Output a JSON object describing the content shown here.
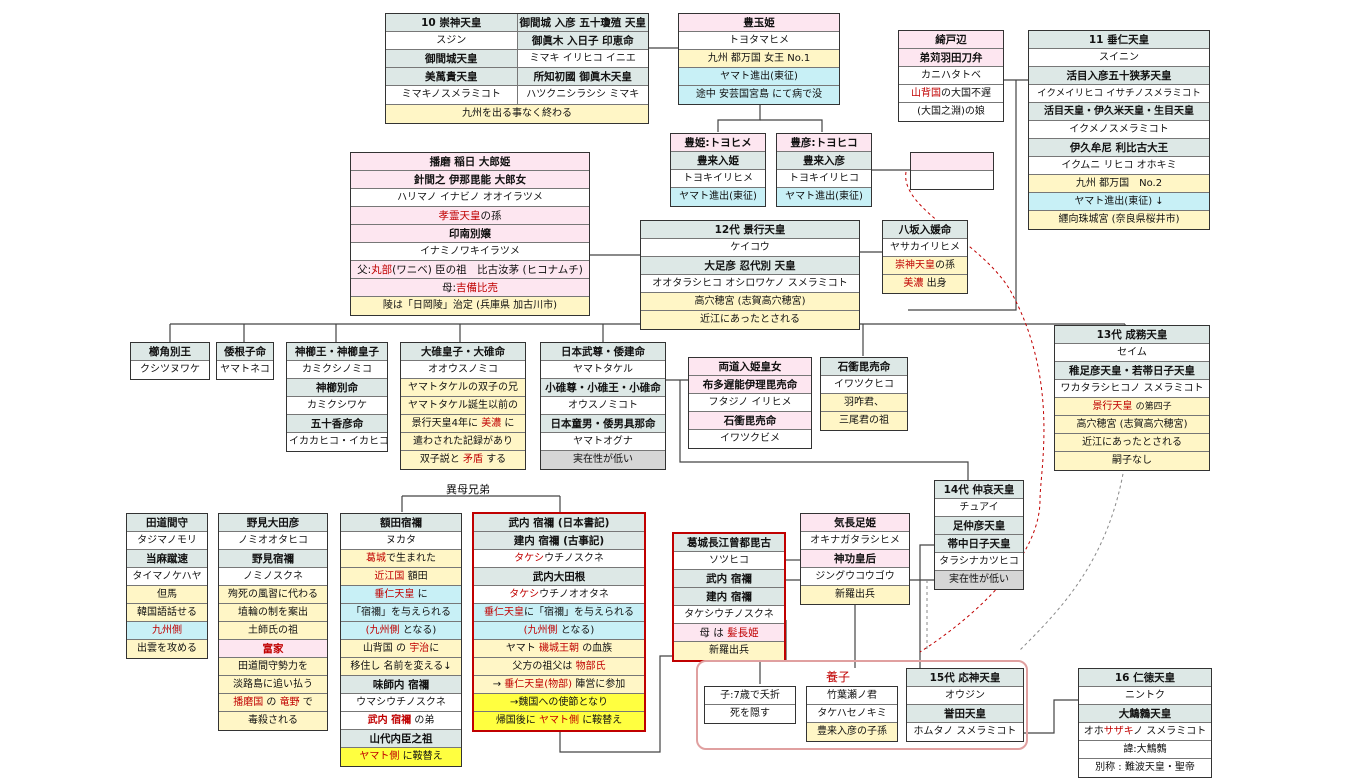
{
  "sujin": {
    "left": [
      [
        "10 崇神天皇",
        "g"
      ],
      [
        "スジン",
        "w"
      ],
      [
        "御間城天皇",
        "g"
      ],
      [
        "美萬貴天皇",
        "g"
      ],
      [
        "ミマキノスメラミコト",
        "w"
      ]
    ],
    "right": [
      [
        "御間城 入彦 五十瓊殖 天皇",
        "g"
      ],
      [
        "御眞木 入日子 印恵命",
        "g"
      ],
      [
        "ミマキ イリヒコ イニエ",
        "w"
      ],
      [
        "所知初國 御眞木天皇",
        "g"
      ],
      [
        "ハツクニシラシシ ミマキ",
        "w"
      ]
    ],
    "bottom": "九州を出る事なく終わる"
  },
  "toyotama": [
    "豊玉姫",
    "トヨタマヒメ",
    "九州 都万国 女王 No.1",
    "ヤマト進出(東征)",
    "途中 安芸国宮島 にて病で没"
  ],
  "toyohime": [
    "豊姫:トヨヒメ",
    "豊来入姫",
    "トヨキイリヒメ",
    "ヤマト進出(東征)"
  ],
  "toyohiko": [
    "豊彦:トヨヒコ",
    "豊来入彦",
    "トヨキイリヒコ",
    "ヤマト進出(東征)"
  ],
  "kito": [
    "綺戸辺",
    "弟苅羽田刀弁",
    "カニハタトベ",
    "山背国",
    "の大国不遅",
    "(大国之淵)の娘"
  ],
  "suinin": [
    "11 垂仁天皇",
    "スイニン",
    "活目入彦五十狭茅天皇",
    "イクメイリヒコ イサチノスメラミコト",
    "活目天皇・伊久米天皇・生目天皇",
    "イクメノスメラミコト",
    "伊久牟尼 利比古大王",
    "イクムニ リヒコ オホキミ",
    "九州 都万国　No.2",
    "ヤマト進出(東征) ↓",
    "纒向珠城宮 (奈良県桜井市)"
  ],
  "harima": [
    "播磨 稲日 大郎姫",
    "針間之 伊那毘能 大郎女",
    "ハリマノ イナビノ オオイラツメ",
    "孝霊天皇",
    "の孫",
    "印南別嬢",
    "イナミノワキイラツメ",
    "父:",
    "丸部",
    "(ワニベ) 臣の祖　比古汝茅 (ヒコナムチ)",
    "母:",
    "吉備比売",
    "陵は「日岡陵」治定 (兵庫県 加古川市)"
  ],
  "keiko": [
    "12代 景行天皇",
    "ケイコウ",
    "大足彦 忍代別 天皇",
    "オオタラシヒコ オシロワケノ スメラミコト",
    "高穴穂宮 (志賀高穴穂宮)",
    "近江にあったとされる"
  ],
  "yasaka": [
    "八坂入媛命",
    "ヤサカイリヒメ",
    "崇神天皇",
    "の孫",
    "美濃",
    "出身"
  ],
  "kushitsunu": [
    "櫛角別王",
    "クシツヌワケ"
  ],
  "yaneko": [
    "倭根子命",
    "ヤマトネコ"
  ],
  "kamikushi": [
    "神櫛王・神櫛皇子",
    "カミクシノミコ",
    "神櫛別命",
    "カミクシワケ",
    "五十香彦命",
    "イカカヒコ・イカヒコ"
  ],
  "ousu": [
    "大碓皇子・大碓命",
    "オオウスノミコ",
    "ヤマトタケルの双子の兄",
    "ヤマトタケル誕生以前の",
    "景行天皇4年に",
    "美濃",
    "に",
    "遣わされた記録があり",
    "双子説と",
    "矛盾",
    "する"
  ],
  "yamatotakeru": [
    "日本武尊・倭建命",
    "ヤマトタケル",
    "小碓尊・小碓王・小碓命",
    "オウスノミコト",
    "日本童男・倭男具那命",
    "ヤマトオグナ",
    "実在性が低い"
  ],
  "futaji": [
    "両道入姫皇女",
    "布多遅能伊理毘売命",
    "フタジノ イリヒメ",
    "石衝毘売命",
    "イワツクビメ"
  ],
  "iwatsuku": [
    "石衝毘売命",
    "イワツクヒコ",
    "羽咋君、",
    "三尾君の祖"
  ],
  "seimu": [
    "13代 成務天皇",
    "セイム",
    "稚足彦天皇・若帯日子天皇",
    "ワカタラシヒコノ スメラミコト",
    "景行天皇",
    "の第四子",
    "高穴穂宮 (志賀高穴穂宮)",
    "近江にあったとされる",
    "嗣子なし"
  ],
  "ibobodai": "異母兄弟",
  "tajima": [
    "田道間守",
    "タジマノモリ",
    "当麻蹴速",
    "タイマノケハヤ",
    "但馬",
    "韓国語話せる",
    "九州側",
    "出雲を攻める"
  ],
  "nomi": [
    "野見大田彦",
    "ノミオオタヒコ",
    "野見宿禰",
    "ノミノスクネ",
    "殉死の風習に代わる",
    "埴輪の制を案出",
    "土師氏の祖",
    "富家",
    "田道間守勢力を",
    "淡路島に追い払う",
    "播磨国",
    "の",
    "竜野",
    "で",
    "毒殺される"
  ],
  "nukata": [
    "額田宿禰",
    "ヌカタ",
    "葛城",
    "で生まれた",
    "近江国",
    "額田",
    "垂仁天皇",
    "に",
    "「宿禰」を与えられる",
    "(九州側",
    "となる)",
    "山背国",
    "の",
    "宇治",
    "に",
    "移住し 名前を変える↓",
    "味師内 宿禰",
    "ウマシウチノスクネ",
    "武内 宿禰",
    "の弟",
    "山代内臣之祖",
    "ヤマト側",
    "に鞍替え"
  ],
  "takeuchi": [
    "武内 宿禰 (日本書記)",
    "建内 宿禰 (古事記)",
    "タケシ",
    "ウチノスクネ",
    "武内大田根",
    "タケシ",
    "ウチノオオタネ",
    "垂仁天皇",
    "に「宿禰」を与えられる",
    "(九州側",
    "となる)",
    "ヤマト",
    "磯城王朝",
    "の血族",
    "父方の祖父は",
    "物部氏",
    "→",
    "垂仁天皇(物部)",
    "陣営に参加",
    "→魏国への使節となり",
    "帰国後に",
    "ヤマト側",
    "に鞍替え"
  ],
  "katsuragi": [
    "葛城長江曾都毘古",
    "ソツヒコ",
    "武内 宿禰",
    "建内 宿禰",
    "タケシウチノスクネ",
    "母 は",
    "髪長姫",
    "新羅出兵"
  ],
  "jingu": [
    "気長足姫",
    "オキナガタラシヒメ",
    "神功皇后",
    "ジングウコウゴウ",
    "新羅出兵"
  ],
  "chuai": [
    "14代 仲哀天皇",
    "チュアイ",
    "足仲彦天皇",
    "帯中日子天皇",
    "タラシナカツヒコ",
    "実在性が低い"
  ],
  "child": [
    "子:7歳で夭折",
    "死を隠す"
  ],
  "yoshi": [
    "養子",
    "竹葉瀬ノ君",
    "タケハセノキミ",
    "豊来入彦の子孫"
  ],
  "ojin": [
    "15代 応神天皇",
    "オウジン",
    "誉田天皇",
    "ホムタノ スメラミコト"
  ],
  "nintoku": [
    "16 仁徳天皇",
    "ニントク",
    "大鷦鷯天皇",
    "オホ",
    "サザキ",
    "ノ スメラミコト",
    "諱:大鷦鷯",
    "別称 : 難波天皇・聖帝"
  ]
}
